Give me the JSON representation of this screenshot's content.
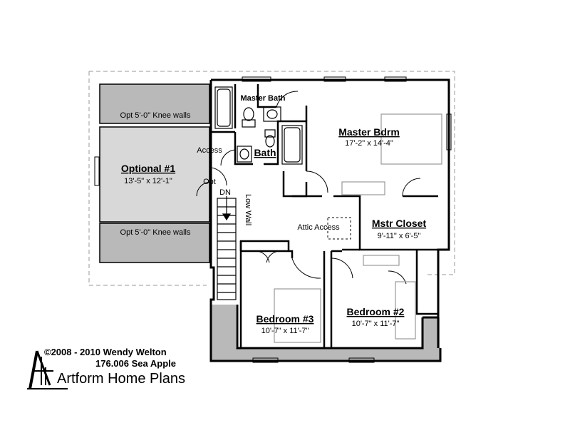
{
  "rooms": {
    "master_bdrm": {
      "name": "Master Bdrm",
      "dim": "17'-2\" x 14'-4\""
    },
    "mstr_closet": {
      "name": "Mstr Closet",
      "dim": "9'-11\" x 6'-5\""
    },
    "bedroom3": {
      "name": "Bedroom #3",
      "dim": "10'-7\" x 11'-7\""
    },
    "bedroom2": {
      "name": "Bedroom #2",
      "dim": "10'-7\" x 11'-7\""
    },
    "optional1": {
      "name": "Optional #1",
      "dim": "13'-5\" x 12'-1\""
    },
    "bath": {
      "name": "Bath"
    },
    "master_bath": {
      "name": "Master Bath"
    }
  },
  "labels": {
    "knee_top": "Opt 5'-0\" Knee walls",
    "knee_bottom": "Opt 5'-0\" Knee walls",
    "access": "Access",
    "opt": "Opt",
    "dn": "DN",
    "low_wall": "Low Wall",
    "attic_access": "Attic Access"
  },
  "credits": {
    "copyright": "©2008 - 2010 Wendy Welton",
    "plan": "176.006 Sea Apple",
    "brand": "Artform Home Plans"
  },
  "colors": {
    "shade": "#b9b9b9",
    "shade_light": "#d8d8d8",
    "wall": "#000000"
  }
}
